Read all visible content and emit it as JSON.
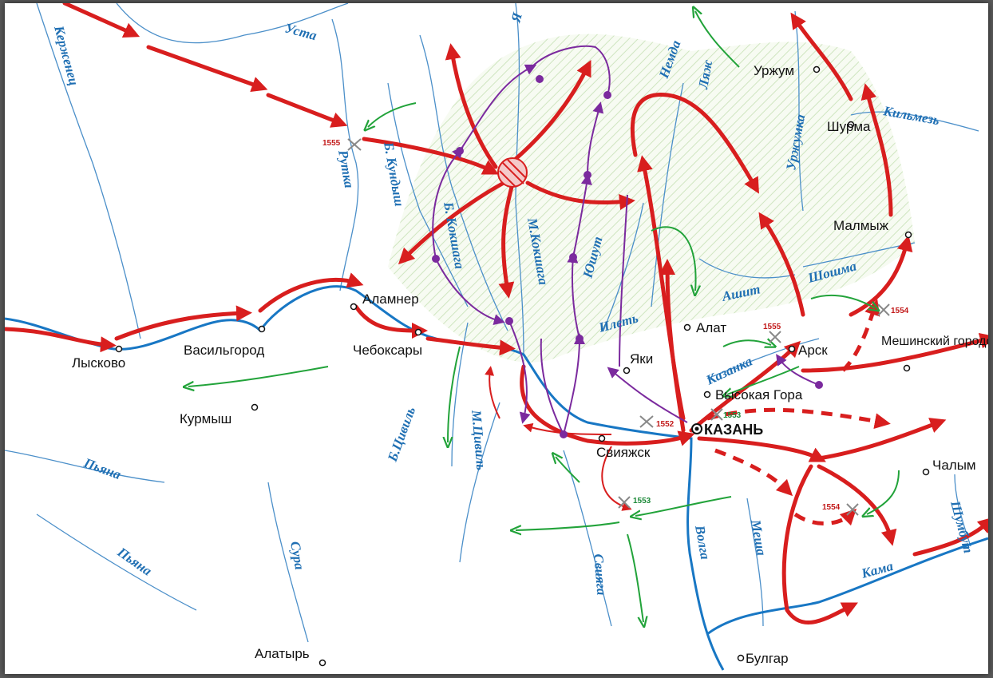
{
  "towns": {
    "lyskovo": "Лысково",
    "vasilgorod": "Васильгород",
    "cheboksary": "Чебоксары",
    "alamner": "Аламнер",
    "kurmysh": "Курмыш",
    "alatyr": "Алатырь",
    "sviyazhsk": "Свияжск",
    "kazan": "КАЗАНЬ",
    "yaki": "Яки",
    "alat": "Алат",
    "arsk": "Арск",
    "vysokaya_gora": "Высокая Гора",
    "meshinsky": "Мешинский городок",
    "urzhum": "Уржум",
    "shurma": "Шурма",
    "malmyzh": "Малмыж",
    "chalym": "Чалым",
    "bulgar": "Булгар"
  },
  "rivers": {
    "kerzhenets": "Керженец",
    "usta": "Уста",
    "ya": "Я",
    "nemda": "Немда",
    "lyazh": "Ляж",
    "urzhumka": "Уржумка",
    "kilmez": "Кильмезь",
    "rutka": "Рутка",
    "b_kundysh": "Б. Кундыш",
    "b_kokshaga": "Б. Кокшага",
    "m_kokshaga": "М.Кокшага",
    "yushut": "Юшут",
    "ilet": "Илеть",
    "ashit": "Ашит",
    "shoshma": "Шошма",
    "kazanka": "Казанка",
    "b_tsivil": "Б.Цивиль",
    "m_tsivil": "М.Цивиль",
    "pyana_1": "Пьяна",
    "pyana_2": "Пьяна",
    "sura": "Сура",
    "sviyaga": "Свияга",
    "volga": "Волга",
    "mesha": "Меша",
    "kama": "Кама",
    "shumbut": "Шумбут"
  },
  "battles": {
    "b1555_west": "1555",
    "b1555_arsk": "1555",
    "b1554_mesh": "1554",
    "b1552": "1552",
    "b1553_north": "1553",
    "b1553_south": "1553",
    "b1554_south": "1554"
  },
  "colors": {
    "campaign_red": "#d81e1e",
    "rebels_purple": "#7b2a9e",
    "green_moves": "#22a33a",
    "rivers": "#1877c4",
    "hatched_area": "#cfe5c0"
  }
}
